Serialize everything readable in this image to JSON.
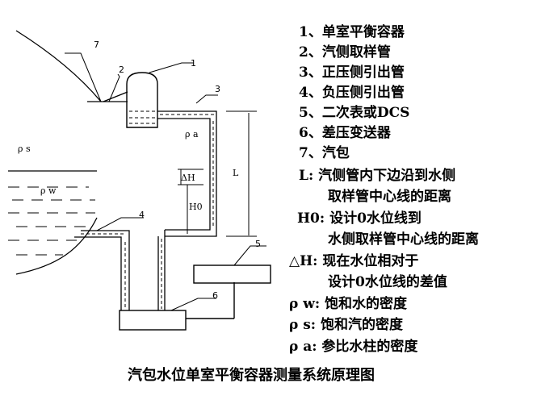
{
  "diagram": {
    "callouts": [
      "1",
      "2",
      "3",
      "4",
      "5",
      "6",
      "7"
    ],
    "symbols": {
      "rho_s": "ρ s",
      "rho_w": "ρ w",
      "rho_a": "ρ a",
      "delta_h": "ΔH",
      "h0": "H0",
      "l": "L"
    }
  },
  "legend": [
    "1、单室平衡容器",
    "2、汽侧取样管",
    "3、正压侧引出管",
    "4、负压侧引出管",
    "5、二次表或DCS",
    "6、差压变送器",
    "7、汽包",
    "L:  汽侧管内下边沿到水侧",
    "取样管中心线的距离",
    "H0: 设计0水位线到",
    "水侧取样管中心线的距离",
    "△H:  现在水位相对于",
    "设计0水位线的差值",
    "ρ w: 饱和水的密度",
    "ρ s: 饱和汽的密度",
    "ρ a: 参比水柱的密度"
  ],
  "caption": "汽包水位单室平衡容器测量系统原理图"
}
